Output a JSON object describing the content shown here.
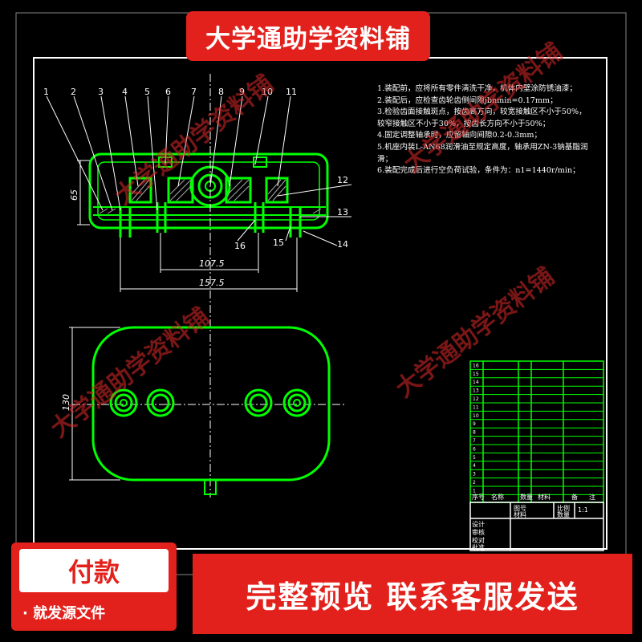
{
  "banner_top": "大学通助学资料铺",
  "watermark": "大学通助学资料铺",
  "notes": [
    "1.装配前，应将所有零件清洗干净，机体内壁涂防锈油漆；",
    "2.装配后，应检查齿轮齿侧间隙jbnmin=0.17mm；",
    "3.检验齿面接触斑点，按齿高方向，较宽接触区不小于50%，",
    "较窄接触区不小于30%，按齿长方向不小于50%；",
    "4.固定调整轴承时，应留轴向间隙0.2-0.3mm；",
    "5.机座内装L-AN68润滑油至规定高度，轴承用ZN-3钠基脂润",
    "滑；",
    "6.装配完成后进行空负荷试验，条件为：n1=1440r/min；"
  ],
  "part_numbers_top": [
    "1",
    "2",
    "3",
    "4",
    "5",
    "6",
    "7",
    "8",
    "9",
    "10",
    "11"
  ],
  "part_numbers_right": [
    "12",
    "13",
    "14"
  ],
  "part_numbers_bottom": [
    "16",
    "15"
  ],
  "dimensions": {
    "height_65": "65",
    "width_107_5": "107.5",
    "width_157_5": "157.5",
    "height_130": "130"
  },
  "bom": {
    "rows": [
      "16",
      "15",
      "14",
      "13",
      "12",
      "11",
      "10",
      "9",
      "8",
      "7",
      "6",
      "5",
      "4",
      "3",
      "2",
      "1"
    ],
    "header": [
      "序号",
      "名称",
      "数量",
      "材料",
      "备",
      "注"
    ],
    "title_cells": [
      "比例",
      "1:1",
      "图号",
      "材料",
      "数量"
    ],
    "sign_cells": [
      "设计",
      "审核",
      "校对",
      "批准"
    ]
  },
  "pay_button": "付款",
  "pay_sub": "· 就发源文件",
  "bottom_banner": "完整预览  联系客服发送",
  "colors": {
    "line": "#00ff00",
    "frame": "#ffffff",
    "accent": "#e3211c"
  }
}
